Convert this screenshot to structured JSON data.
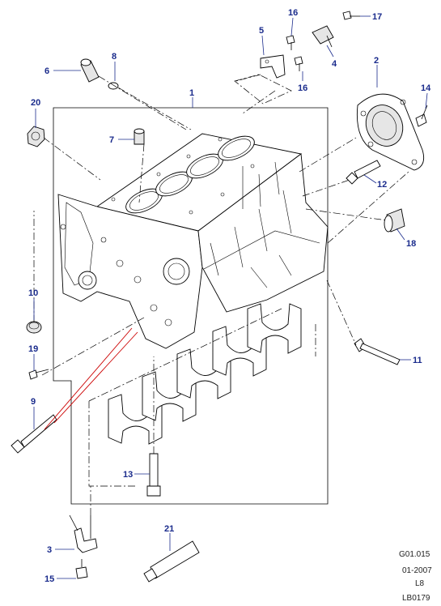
{
  "callouts": {
    "c1": "1",
    "c2": "2",
    "c3": "3",
    "c4": "4",
    "c5": "5",
    "c6": "6",
    "c7": "7",
    "c8": "8",
    "c9": "9",
    "c10": "10",
    "c11": "11",
    "c12": "12",
    "c13": "13",
    "c14": "14",
    "c15": "15",
    "c16a": "16",
    "c16b": "16",
    "c17": "17",
    "c18": "18",
    "c19": "19",
    "c20": "20",
    "c21": "21"
  },
  "reference": {
    "code": "G01.015",
    "date": "01-2007",
    "model": "L8",
    "sheet": "LB0179"
  },
  "colors": {
    "callout": "#1a2b8c",
    "line": "#000000",
    "highlight": "#cc0000"
  }
}
